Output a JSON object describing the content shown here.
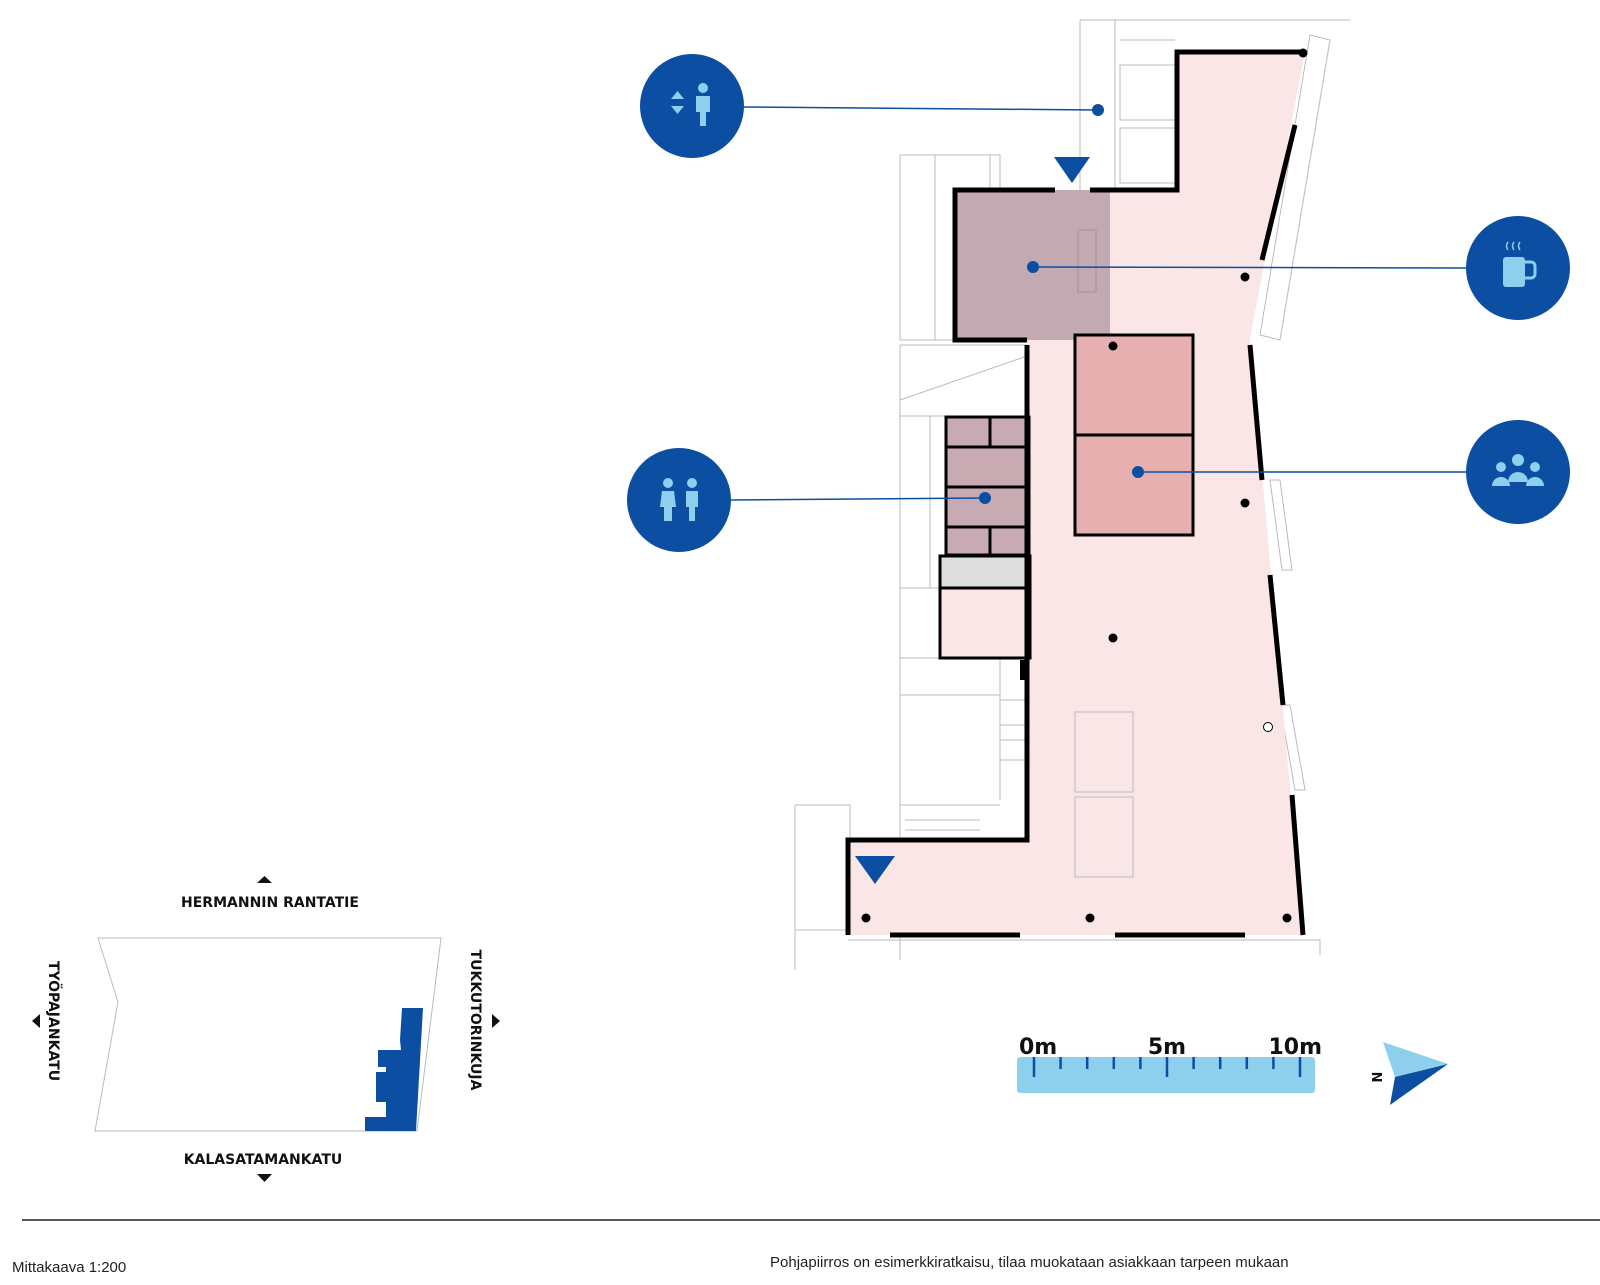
{
  "colors": {
    "accent": "#0b4ea2",
    "light_blue": "#8ecfee",
    "open_area": "#fae6e6",
    "kitchen": "#c3a9b1",
    "meeting": "#e6b0b0",
    "toilets": "#c8aab3"
  },
  "markers": [
    {
      "name": "elevator-stairs",
      "icon": "elevator-person-icon"
    },
    {
      "name": "kitchenette",
      "icon": "coffee-cup-icon"
    },
    {
      "name": "toilets",
      "icon": "toilet-people-icon"
    },
    {
      "name": "meeting-rooms",
      "icon": "group-people-icon"
    }
  ],
  "key_map": {
    "street_north": "HERMANNIN RANTATIE",
    "street_south": "KALASATAMANKATU",
    "street_west": "TYÖPAJANKATU",
    "street_east": "TUKKUTORINKUJA"
  },
  "scale_bar": {
    "labels": [
      "0m",
      "5m",
      "10m"
    ],
    "max_m": 10
  },
  "compass": {
    "label": "N"
  },
  "footer": {
    "scale": "Mittakaava 1:200",
    "note": "Pohjapiirros on esimerkkiratkaisu, tilaa muokataan asiakkaan tarpeen mukaan"
  }
}
